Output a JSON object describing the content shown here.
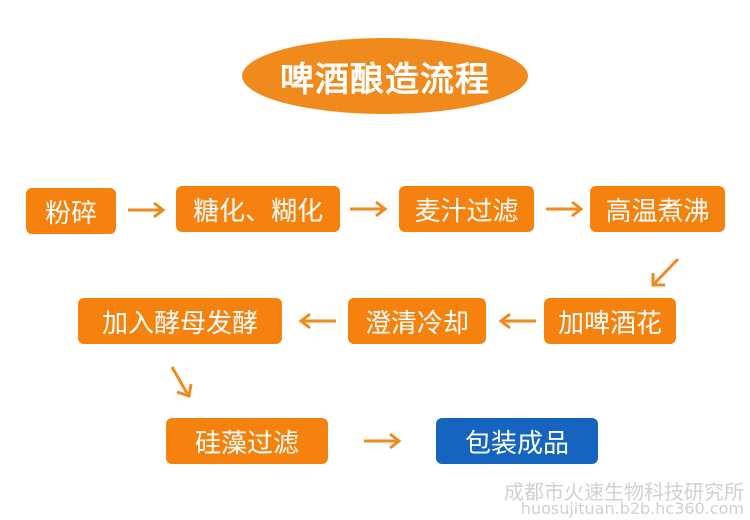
{
  "title": "啤酒酿造流程",
  "steps": {
    "crush": "粉碎",
    "saccharify": "糖化、糊化",
    "filter": "麦汁过滤",
    "boil": "高温煮沸",
    "hops": "加啤酒花",
    "cool": "澄清冷却",
    "yeast": "加入酵母发酵",
    "diatomite": "硅藻过滤",
    "package": "包装成品"
  },
  "watermark": {
    "company": "成都市火速生物科技研究所",
    "url": "huosujituan.b2b.hc360.com"
  },
  "colors": {
    "step_orange": "#f5820f",
    "title_orange": "#f08a1d",
    "arrow_orange": "#f08a1d",
    "final_blue": "#1565c0"
  }
}
